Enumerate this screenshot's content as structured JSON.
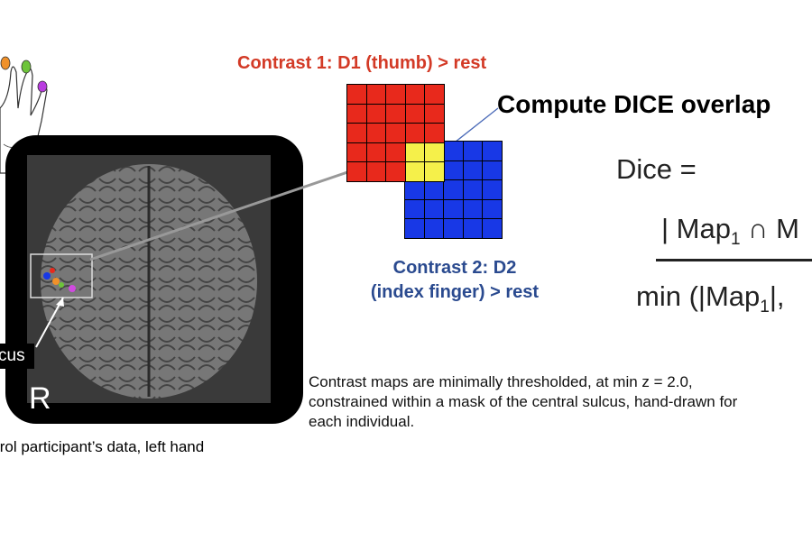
{
  "brain": {
    "orientation_label": "R",
    "sulcus_label": "cus",
    "caption": "trol participant’s data, left hand"
  },
  "contrast1": {
    "label": "Contrast 1: D1 (thumb) > rest",
    "color": "#d33a26"
  },
  "contrast2": {
    "line1": "Contrast 2: D2",
    "line2": "(index finger) > rest",
    "color": "#2a4a8f"
  },
  "dice": {
    "title": "Compute DICE overlap",
    "equals": "Dice =",
    "numerator_prefix": "| Map",
    "numerator_sub": "1",
    "numerator_suffix": " ∩ M",
    "denominator_prefix": "min (|Map",
    "denominator_sub": "1",
    "denominator_suffix": "|,"
  },
  "note": "Contrast maps are minimally thresholded, at min z = 2.0, constrained within a mask of the central sulcus, hand-drawn for each individual.",
  "colors": {
    "red": "#e8291c",
    "blue": "#1838e6",
    "yellow": "#f5f04a"
  },
  "hand": {
    "finger_colors": [
      "#f0912a",
      "#6dc43a",
      "#b93ce0"
    ]
  }
}
